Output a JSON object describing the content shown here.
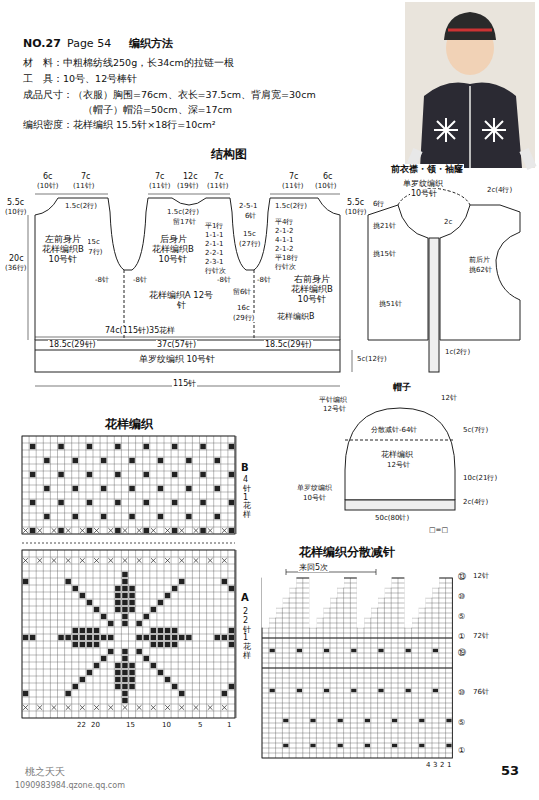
{
  "diagram": {
    "nodes": [
      {
        "text": [
          "左前身片",
          "花样编织B 10号针"
        ]
      },
      {
        "text": [
          "后身片",
          "花样编织B 10号针"
        ]
      },
      {
        "text": [
          "右前身片",
          "花样编织B 10号针"
        ]
      },
      {
        "text": [
          "花样编织A 12号针"
        ]
      },
      {
        "text": [
          "单罗纹编织 10号针"
        ]
      }
    ],
    "labels": [
      "NO.27",
      "Page 54",
      "编织方法",
      "材　料：中粗棉纺线250g，长34cm的拉链一根",
      "工　具：10号、12号棒针",
      "成品尺寸：（衣服）胸围=76cm、衣长=37.5cm、背肩宽=30cm",
      "（帽子）帽沿=50cm、深=17cm",
      "编织密度：花样编织 15.5针×18行=10cm²",
      "结构图",
      "6c",
      "(10针)",
      "7c",
      "(11针)",
      "7c",
      "(11针)",
      "12c",
      "(19针)",
      "7c",
      "(11针)",
      "7c",
      "(11针)",
      "6c",
      "(10针)",
      "5.5c",
      "(10行)",
      "5.5c",
      "(10行)",
      "1.5c(2行)",
      "1.5c(2行)",
      "留17针",
      "1.5c(2行)",
      "2-5-1",
      "6针",
      "平1行",
      "1-1-1",
      "2-1-1",
      "2-2-1",
      "2-3-1",
      "行针次",
      "平4行",
      "2-1-2",
      "4-1-1",
      "2-1-2",
      "平18行",
      "行针次",
      "20c",
      "(36行)",
      "15c",
      "(27行)",
      "15c",
      "(27行)",
      "-8针",
      "-8针",
      "-8针",
      "-8针",
      "留6针",
      "花样编织B",
      "16c",
      "(29行)",
      "74c(115针)35花样",
      "37c(57针)",
      "18.5c(29针)",
      "18.5c(29针)",
      "5c(12行)",
      "115针",
      "前衣襟・领・袖窿",
      "单罗纹编织",
      "10号针",
      "6行",
      "挑21针",
      "2c(4行)",
      "2c",
      "挑15针",
      "前后片",
      "挑62针",
      "挑51针",
      "1c(2行)",
      "帽子",
      "平针编织",
      "12号针",
      "12针",
      "分散减针-64针",
      "5c(7行)",
      "花样编织",
      "12号针",
      "单罗纹编织",
      "10号针",
      "10c(21行)",
      "2c(4行)",
      "50c(80针)",
      "□=□",
      "花样编织",
      "B",
      "4针1花样",
      "A",
      "22针1花样",
      "22",
      "20",
      "15",
      "10",
      "5",
      "1",
      "花样编织分散减针",
      "来回5次",
      "⑬",
      "12针",
      "⑩",
      "⑤",
      "①",
      "72针",
      "⑲",
      "⑩",
      "⑤",
      "①",
      "76针",
      "4",
      "3",
      "2",
      "1",
      "53",
      "桃之夭夭",
      "1090983984.qzone.qq.com"
    ]
  }
}
